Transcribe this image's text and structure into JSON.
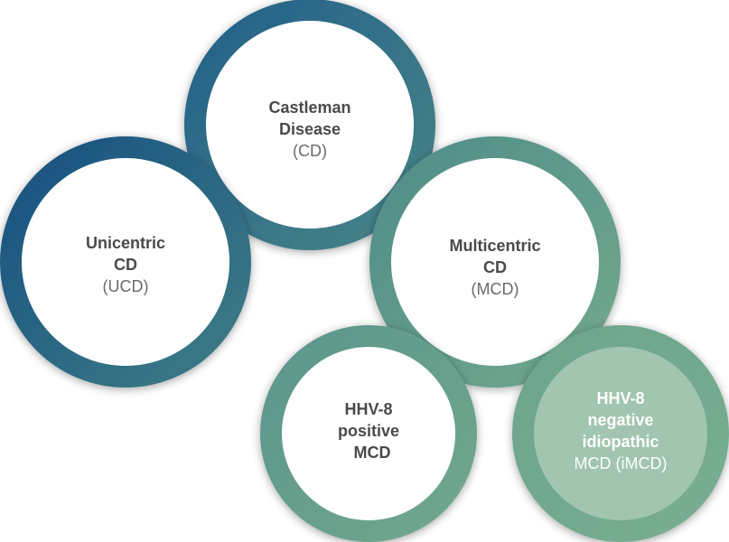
{
  "colors": {
    "deep_blue": "#1b4f80",
    "teal": "#3f7d86",
    "sea_green": "#5f9a8e",
    "sage": "#75ab8f",
    "sage_light": "#a1c5ae",
    "text": "#4a4a4a",
    "text_light": "#6a6a6a"
  },
  "nodes": {
    "castleman": {
      "line1": "Castleman",
      "line2": "Disease",
      "abbr": "(CD)"
    },
    "unicentric": {
      "line1": "Unicentric",
      "line2": "CD",
      "abbr": "(UCD)"
    },
    "multicentric": {
      "line1": "Multicentric",
      "line2": "CD",
      "abbr": "(MCD)"
    },
    "hhv8_positive": {
      "line1": "HHV-8",
      "line2": "positive",
      "line3": "MCD"
    },
    "hhv8_negative": {
      "line1": "HHV-8",
      "line2": "negative",
      "line3": "idiopathic",
      "abbr": "MCD (iMCD)"
    }
  }
}
